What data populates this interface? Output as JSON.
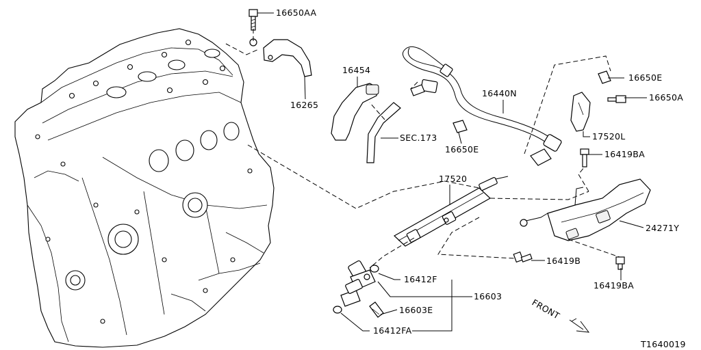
{
  "diagram_id": "T1640019",
  "direction_label": "FRONT",
  "part_labels": {
    "p16650AA": "16650AA",
    "p16265": "16265",
    "p16454": "16454",
    "pSEC173": "SEC.173",
    "p16440N": "16440N",
    "p16650E_hose": "16650E",
    "p16650E_bracket": "16650E",
    "p16650A": "16650A",
    "p17520L": "17520L",
    "p16419BA_top": "16419BA",
    "p17520": "17520",
    "p24271Y": "24271Y",
    "p16419B": "16419B",
    "p16419BA_bottom": "16419BA",
    "p16412F": "16412F",
    "p16603": "16603",
    "p16603E": "16603E",
    "p16412FA": "16412FA"
  }
}
